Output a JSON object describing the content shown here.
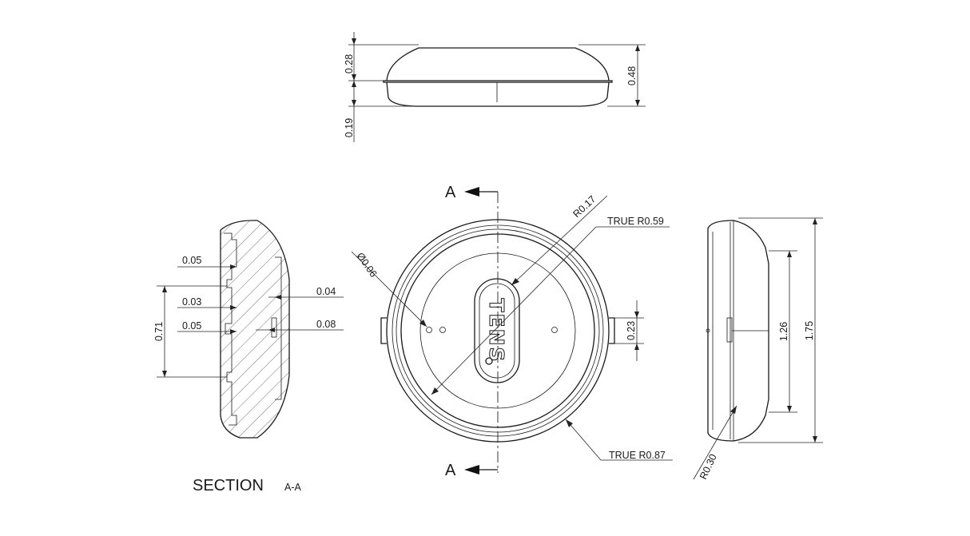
{
  "top_view": {
    "dims": {
      "height_upper": "0.28",
      "height_lower": "0.19",
      "height_total": "0.48"
    }
  },
  "section": {
    "dims": {
      "d1": "0.05",
      "d2": "0.03",
      "d3": "0.05",
      "d4": "0.04",
      "d5": "0.08",
      "height": "0.71"
    },
    "title": "SECTION",
    "title_suffix": "A-A"
  },
  "front_view": {
    "section_label_top": "A",
    "section_label_bottom": "A",
    "callouts": {
      "r_small": "R0.17",
      "r_inner": "TRUE R0.59",
      "r_outer": "TRUE R0.87",
      "hole_dia": "Ø0.06",
      "tab_height": "0.23"
    },
    "brand_text": "TENS"
  },
  "side_view": {
    "dims": {
      "inner": "1.26",
      "overall": "1.75",
      "corner_radius": "R0.30"
    }
  }
}
